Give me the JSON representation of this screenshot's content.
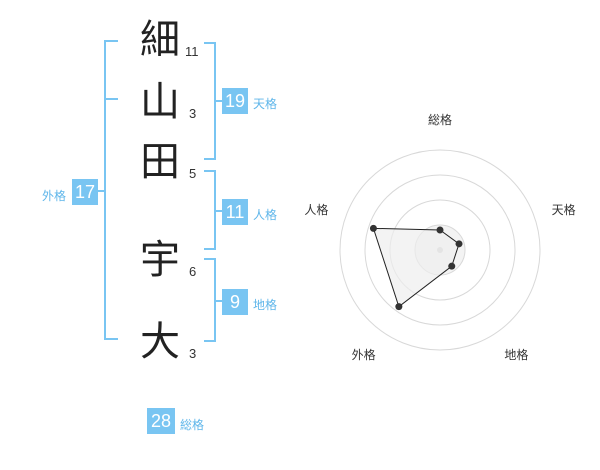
{
  "name_chars": [
    {
      "char": "細",
      "strokes": "11"
    },
    {
      "char": "山",
      "strokes": "3"
    },
    {
      "char": "田",
      "strokes": "5"
    },
    {
      "char": "宇",
      "strokes": "6"
    },
    {
      "char": "大",
      "strokes": "3"
    }
  ],
  "kaku": {
    "tenkaku": {
      "value": "19",
      "label": "天格"
    },
    "jinkaku": {
      "value": "11",
      "label": "人格"
    },
    "chikaku": {
      "value": "9",
      "label": "地格"
    },
    "gaikaku": {
      "value": "17",
      "label": "外格"
    },
    "soukaku": {
      "value": "28",
      "label": "総格"
    }
  },
  "colors": {
    "accent": "#79c5f2",
    "accent_text": "#5fb6ea",
    "radar_fill": "#eeeeee",
    "radar_line": "#222222"
  },
  "chart_data": {
    "type": "radar",
    "axes": [
      "総格",
      "天格",
      "地格",
      "外格",
      "人格"
    ],
    "max": 5,
    "rings": 4,
    "values": [
      1,
      1,
      1,
      3.5,
      3.5
    ]
  }
}
